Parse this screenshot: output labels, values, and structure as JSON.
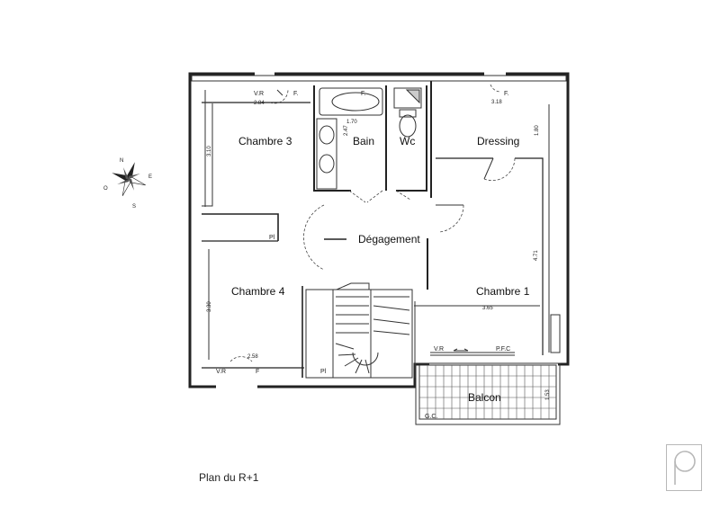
{
  "rooms": {
    "chambre3": "Chambre 3",
    "bain": "Bain",
    "wc": "Wc",
    "dressing": "Dressing",
    "degagement": "Dégagement",
    "chambre4": "Chambre 4",
    "chambre1": "Chambre 1",
    "balcon": "Balcon"
  },
  "dimensions": {
    "d284": "2.84",
    "d310": "3.10",
    "d170": "1.70",
    "d247": "2.47",
    "d318": "3.18",
    "d180": "1.80",
    "d471": "4.71",
    "d365": "3.65",
    "d330": "3.30",
    "d258": "2.58",
    "d153": "1.53"
  },
  "labels": {
    "vr": "V.R",
    "f": "F.",
    "f2": "F",
    "pl": "Pl",
    "vr_balcon": "V.R",
    "pfc": "P.F.C",
    "gc": "G.C."
  },
  "compass": {
    "n": "N",
    "e": "E",
    "s": "S",
    "o": "O"
  },
  "caption": "Plan du R+1",
  "colors": {
    "walls": "#222222",
    "logo": "#b8b8b8"
  }
}
